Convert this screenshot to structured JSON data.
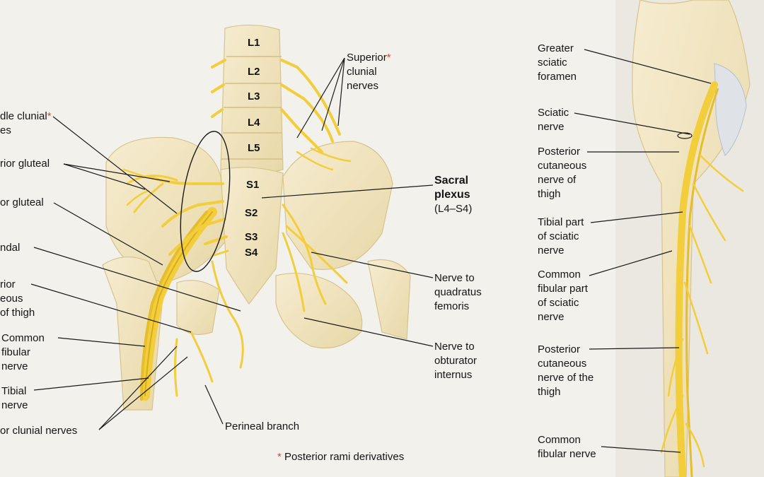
{
  "vertebrae": [
    "L1",
    "L2",
    "L3",
    "L4",
    "L5",
    "S1",
    "S2",
    "S3",
    "S4"
  ],
  "labels": {
    "superior_clunial": {
      "lines": [
        "Superior",
        "clunial",
        "nerves"
      ],
      "star": "*"
    },
    "middle_clunial": {
      "lines": [
        "dle clunial",
        "es"
      ],
      "star": "*"
    },
    "superior_gluteal": {
      "lines": [
        "rior gluteal"
      ]
    },
    "inferior_gluteal": {
      "lines": [
        "or gluteal"
      ]
    },
    "pudendal": {
      "lines": [
        "ndal"
      ]
    },
    "post_cut_left": {
      "lines": [
        "rior",
        "eous",
        "of thigh"
      ]
    },
    "common_fibular_left": {
      "lines": [
        "Common",
        "fibular",
        "nerve"
      ]
    },
    "tibial_left": {
      "lines": [
        "Tibial",
        "nerve"
      ]
    },
    "inferior_clunial": {
      "lines": [
        "or clunial nerves"
      ]
    },
    "perineal": {
      "lines": [
        "Perineal branch"
      ]
    },
    "sacral_plexus": {
      "title": "Sacral",
      "title2": "plexus",
      "range": "(L4–S4)"
    },
    "quadratus": {
      "lines": [
        "Nerve to",
        "quadratus",
        "femoris"
      ]
    },
    "obturator": {
      "lines": [
        "Nerve to",
        "obturator",
        "internus"
      ]
    },
    "footnote": {
      "star": "*",
      "text": "Posterior rami derivatives"
    },
    "greater_sciatic": {
      "lines": [
        "Greater",
        "sciatic",
        "foramen"
      ]
    },
    "sciatic": {
      "lines": [
        "Sciatic",
        "nerve"
      ]
    },
    "post_cut_right": {
      "lines": [
        "Posterior",
        "cutaneous",
        "nerve of",
        "thigh"
      ]
    },
    "tibial_right": {
      "lines": [
        "Tibial part",
        "of sciatic",
        "nerve"
      ]
    },
    "common_fibular_part": {
      "lines": [
        "Common",
        "fibular part",
        "of sciatic",
        "nerve"
      ]
    },
    "post_cut_right2": {
      "lines": [
        "Posterior",
        "cutaneous",
        "nerve of the",
        "thigh"
      ]
    },
    "common_fibular_right": {
      "lines": [
        "Common",
        "fibular nerve"
      ]
    }
  },
  "colors": {
    "bone": "#f1e6c4",
    "bone_shade": "#e2d19c",
    "nerve": "#f2cd3c",
    "nerve_dark": "#d9ad1c",
    "leader": "#1a1a1a",
    "accent_star": "#e0452e"
  }
}
